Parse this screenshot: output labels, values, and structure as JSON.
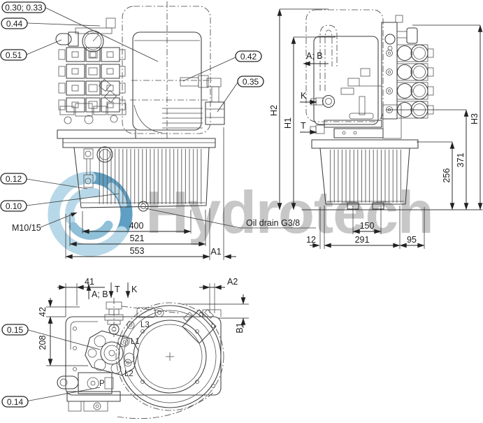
{
  "watermark": {
    "text": "Hydrotech",
    "text_color": "#c7c7c7",
    "logo_color_light": "#b7d8e8",
    "logo_color_mid": "#8fc0d8",
    "logo_color_dark": "#5f9fc3"
  },
  "front_view": {
    "callouts": {
      "c30_33": "0.30; 0.33",
      "c44": "0.44",
      "c51": "0.51",
      "c42": "0.42",
      "c35": "0.35",
      "c12": "0.12",
      "c10": "0.10"
    },
    "labels": {
      "thread": "M10/15",
      "oil_drain": "Oil drain G3/8"
    },
    "dims": {
      "d400": "400",
      "d521": "521",
      "d553": "553",
      "a1": "A1"
    }
  },
  "side_view": {
    "dims": {
      "h1": "H1",
      "h2": "H2",
      "h3": "H3",
      "d371": "371",
      "d256": "256",
      "d150": "150",
      "d12": "12",
      "d291": "291",
      "d95": "95"
    },
    "ports": {
      "ab": "A; B",
      "k": "K",
      "t": "T"
    }
  },
  "plan_view": {
    "callouts": {
      "c15": "0.15",
      "c14": "0.14"
    },
    "dims": {
      "d41": "41",
      "d42": "42",
      "d208": "208",
      "a2": "A2",
      "b1": "B1"
    },
    "ports": {
      "ab": "A; B",
      "t": "T",
      "k": "K",
      "l1": "L1",
      "l2": "L2",
      "l3": "L3",
      "p": "P"
    }
  }
}
